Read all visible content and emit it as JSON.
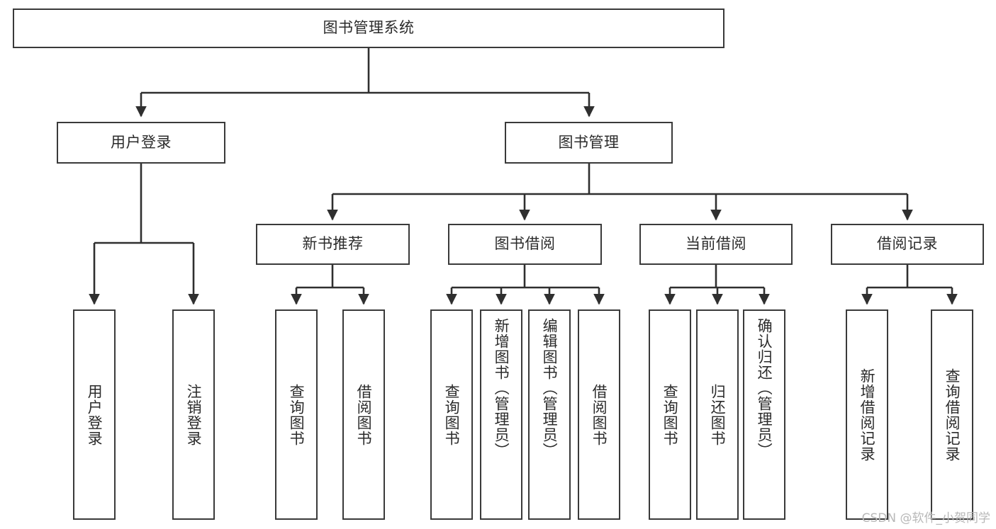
{
  "diagram": {
    "title": "图书管理系统",
    "type": "hierarchy-tree",
    "background_color": "#ffffff",
    "line_color": "#3a3a3a",
    "box_border_color": "#3a3a3a",
    "text_color": "#2b2b2b",
    "root": {
      "id": "root",
      "label": "图书管理系统",
      "orientation": "horizontal"
    },
    "level2": [
      {
        "id": "user-login",
        "label": "用户登录",
        "orientation": "horizontal"
      },
      {
        "id": "book-management",
        "label": "图书管理",
        "orientation": "horizontal"
      }
    ],
    "level3": [
      {
        "id": "new-book-recommend",
        "label": "新书推荐",
        "orientation": "horizontal",
        "parent": "book-management"
      },
      {
        "id": "book-borrow",
        "label": "图书借阅",
        "orientation": "horizontal",
        "parent": "book-management"
      },
      {
        "id": "current-borrow",
        "label": "当前借阅",
        "orientation": "horizontal",
        "parent": "book-management"
      },
      {
        "id": "borrow-record",
        "label": "借阅记录",
        "orientation": "horizontal",
        "parent": "book-management"
      }
    ],
    "leaves": [
      {
        "id": "leaf-user-login",
        "label": "用户登录",
        "orientation": "vertical",
        "parent": "user-login"
      },
      {
        "id": "leaf-logout-login",
        "label": "注销登录",
        "orientation": "vertical",
        "parent": "user-login"
      },
      {
        "id": "leaf-query-book-1",
        "label": "查询图书",
        "orientation": "vertical",
        "parent": "new-book-recommend"
      },
      {
        "id": "leaf-borrow-book-1",
        "label": "借阅图书",
        "orientation": "vertical",
        "parent": "new-book-recommend"
      },
      {
        "id": "leaf-query-book-2",
        "label": "查询图书",
        "orientation": "vertical",
        "parent": "book-borrow"
      },
      {
        "id": "leaf-add-book",
        "label": "新增图书（管理员）",
        "orientation": "vertical",
        "parent": "book-borrow"
      },
      {
        "id": "leaf-edit-book",
        "label": "编辑图书（管理员）",
        "orientation": "vertical",
        "parent": "book-borrow"
      },
      {
        "id": "leaf-borrow-book-2",
        "label": "借阅图书",
        "orientation": "vertical",
        "parent": "book-borrow"
      },
      {
        "id": "leaf-query-book-3",
        "label": "查询图书",
        "orientation": "vertical",
        "parent": "current-borrow"
      },
      {
        "id": "leaf-return-book",
        "label": "归还图书",
        "orientation": "vertical",
        "parent": "current-borrow"
      },
      {
        "id": "leaf-confirm-return",
        "label": "确认归还（管理员）",
        "orientation": "vertical",
        "parent": "current-borrow"
      },
      {
        "id": "leaf-add-record",
        "label": "新增借阅记录",
        "orientation": "vertical",
        "parent": "borrow-record"
      },
      {
        "id": "leaf-query-record",
        "label": "查询借阅记录",
        "orientation": "vertical",
        "parent": "borrow-record"
      }
    ]
  },
  "watermark": {
    "text": "CSDN @软件_小贺同学"
  }
}
